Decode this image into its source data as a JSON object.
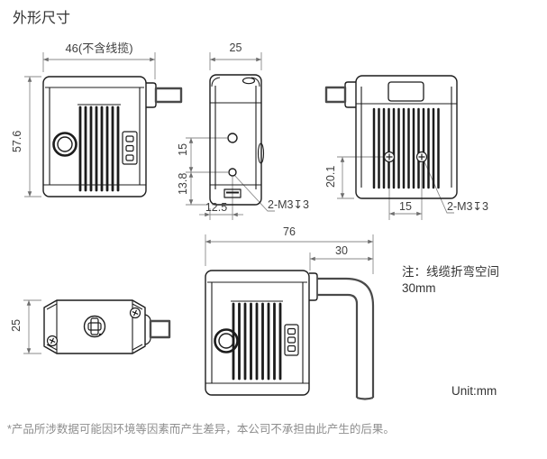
{
  "page": {
    "title": "外形尺寸",
    "unit_label": "Unit:mm",
    "note_line1": "注：线缆折弯空间",
    "note_line2": "30mm",
    "footer": "*产品所涉数据可能因环境等因素而产生差异，本公司不承担由此产生的后果。"
  },
  "dims": {
    "front_width": "46(不含线揽)",
    "front_height": "57.6",
    "side_width": "25",
    "side_hole_spacing": "15",
    "side_hole_bottom": "13.8",
    "side_hole_left": "12.5",
    "side_thread": "2-M3↧3",
    "back_hole_bottom": "20.1",
    "back_hole_spacing": "15",
    "back_thread": "2-M3↧3",
    "top_depth": "25",
    "bend_total": "76",
    "bend_space": "30"
  },
  "colors": {
    "line": "#1c1c1c",
    "dim_line": "#8a8a8a",
    "cable": "#4a4a4a",
    "text": "#3f3f3f",
    "muted_text": "#8e8e8e"
  }
}
